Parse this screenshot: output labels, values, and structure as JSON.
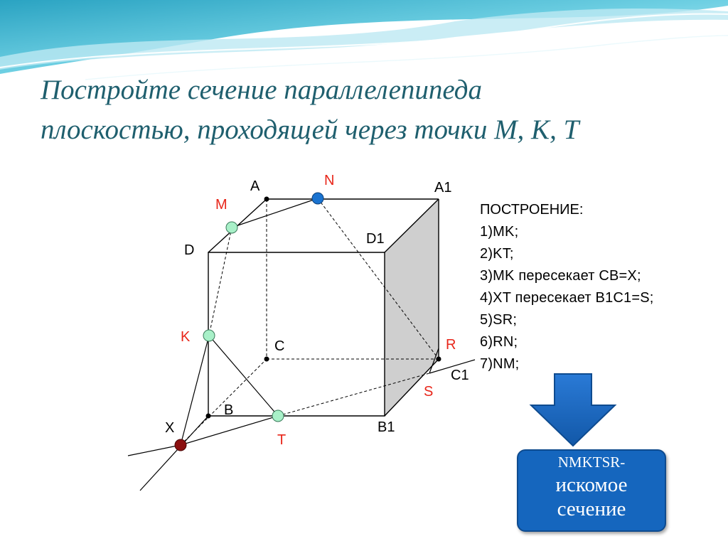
{
  "title": {
    "line1": "Постройте сечение параллелепипеда",
    "line2": "плоскостью, проходящей через точки M, K, T"
  },
  "points": {
    "A": "A",
    "A1": "A1",
    "D": "D",
    "D1": "D1",
    "C": "C",
    "C1": "C1",
    "B": "B",
    "B1": "B1",
    "X": "X",
    "M": "M",
    "N": "N",
    "K": "K",
    "R": "R",
    "S": "S",
    "T": "T"
  },
  "construction": {
    "heading": "ПОСТРОЕНИЕ:",
    "steps": [
      "1)MK;",
      "2)KT;",
      "3)MK пересекает CB=X;",
      "4)XT пересекает B1C1=S;",
      "5)SR;",
      "6)RN;",
      "7)NM;"
    ]
  },
  "answer": {
    "line1": "NMKTSR-",
    "line2": "искомое",
    "line3": "сечение"
  },
  "colors": {
    "title": "#1f5f6e",
    "section_points": "#a8f0c8",
    "point_N": "#1a73d0",
    "point_X": "#8b0f0f",
    "red_labels": "#e8261a",
    "side_face": "#cfcfcf",
    "answer_box": "#1566be",
    "arrow": "#1566be"
  }
}
